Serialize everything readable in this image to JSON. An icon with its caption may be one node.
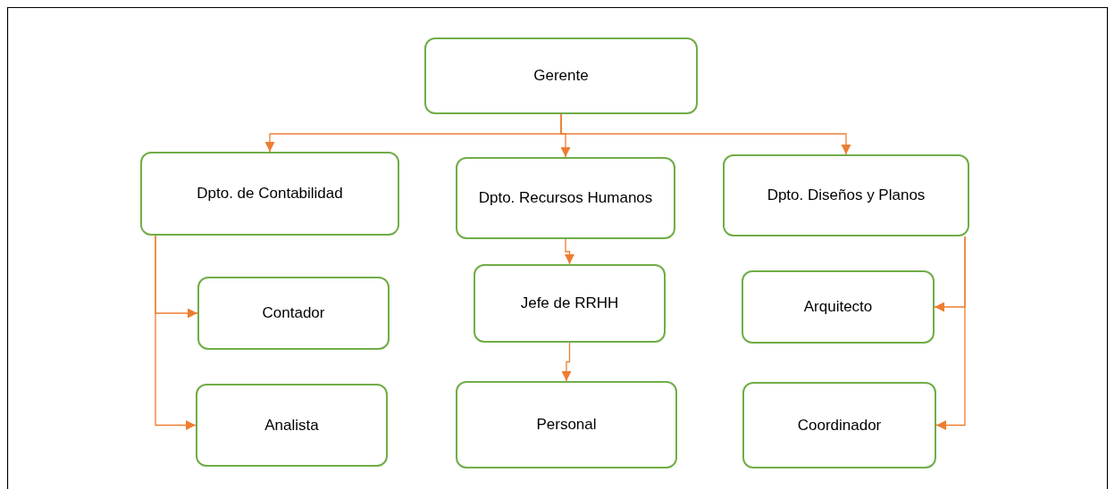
{
  "diagram": {
    "nodes": [
      {
        "text": [
          "Gerente"
        ]
      },
      {
        "text": [
          "Dpto. de Contabilidad"
        ]
      },
      {
        "text": [
          "Dpto. Recursos Humanos"
        ]
      },
      {
        "text": [
          "Dpto. Diseños y Planos"
        ]
      },
      {
        "text": [
          "Contador"
        ]
      },
      {
        "text": [
          "Analista"
        ]
      },
      {
        "text": [
          "Jefe de RRHH"
        ]
      },
      {
        "text": [
          "Personal"
        ]
      },
      {
        "text": [
          "Arquitecto"
        ]
      },
      {
        "text": [
          "Coordinador"
        ]
      }
    ],
    "edges": [
      {
        "from": 0,
        "to": 1,
        "arrow": "to"
      },
      {
        "from": 0,
        "to": 2,
        "arrow": "to"
      },
      {
        "from": 0,
        "to": 3,
        "arrow": "to"
      },
      {
        "from": 1,
        "to": 4,
        "arrow": "to"
      },
      {
        "from": 1,
        "to": 5,
        "arrow": "to"
      },
      {
        "from": 2,
        "to": 6,
        "arrow": "to"
      },
      {
        "from": 6,
        "to": 7,
        "arrow": "to"
      },
      {
        "from": 3,
        "to": 8,
        "arrow": "to"
      },
      {
        "from": 3,
        "to": 9,
        "arrow": "to"
      }
    ]
  }
}
